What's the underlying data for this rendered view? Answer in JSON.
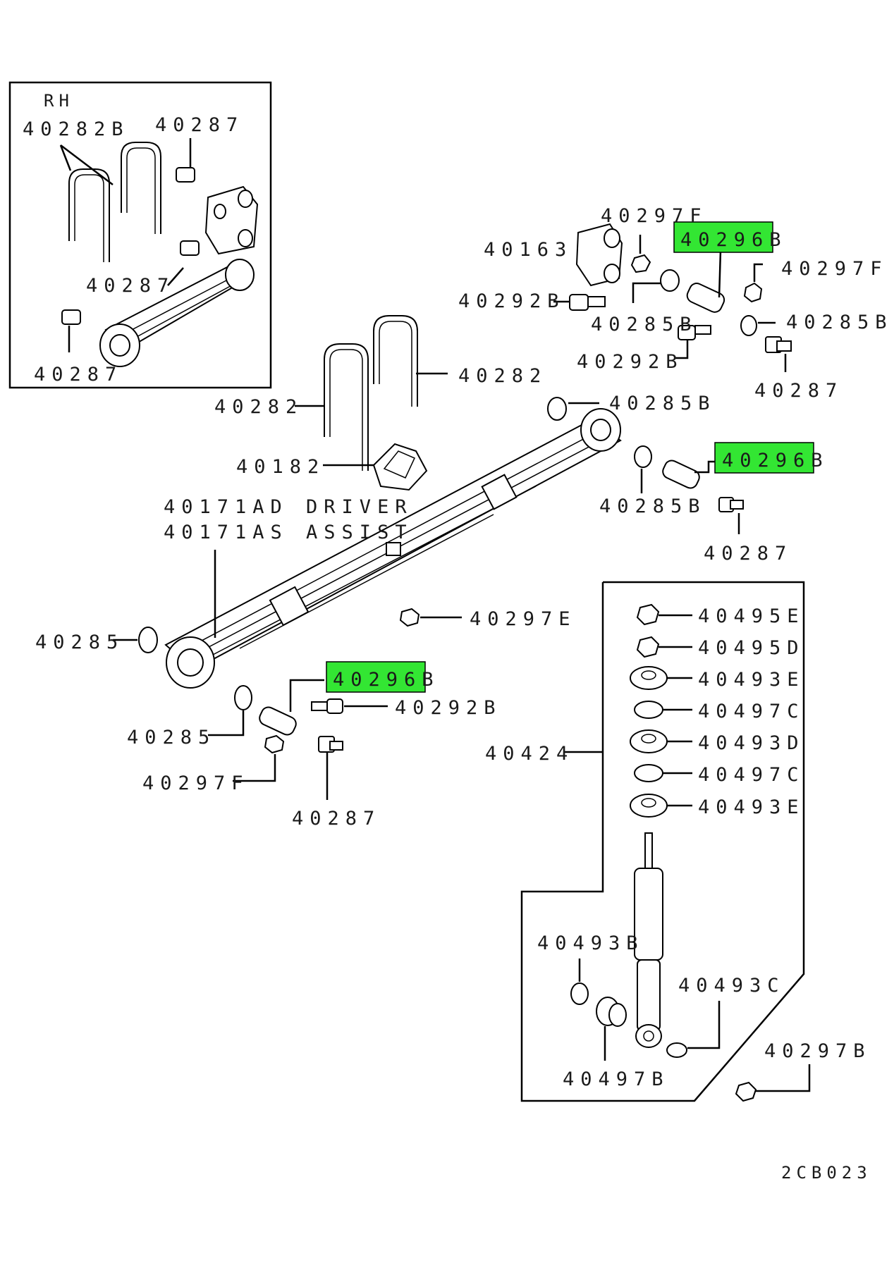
{
  "highlight_color": "#33e633",
  "diagram_code": "2CB023",
  "inset": {
    "side_label": "RH",
    "labels": [
      "40282B",
      "40287",
      "40287",
      "40287"
    ]
  },
  "labels": {
    "p40297F_top": "40297F",
    "p40163": "40163",
    "p40296B_top": "40296B",
    "p40297F_right": "40297F",
    "p40292B_top": "40292B",
    "p40285B_top": "40285B",
    "p40285B_right": "40285B",
    "p40292B_mid": "40292B",
    "p40287_right": "40287",
    "p40282_right": "40282",
    "p40282_left": "40282",
    "p40285B_mid": "40285B",
    "p40182": "40182",
    "p40296B_mid": "40296B",
    "p40171AD": "40171AD DRIVER",
    "p40171AS": "40171AS ASSIST",
    "p40285B_lower": "40285B",
    "p40287_mid": "40287",
    "p40297E": "40297E",
    "p40285": "40285",
    "p40296B_low": "40296B",
    "p40292B_low": "40292B",
    "p40285_low": "40285",
    "p40297F_low": "40297F",
    "p40287_low": "40287",
    "p40424": "40424"
  },
  "shock_labels": {
    "p40495E": "40495E",
    "p40495D": "40495D",
    "p40493E_a": "40493E",
    "p40497C_a": "40497C",
    "p40493D": "40493D",
    "p40497C_b": "40497C",
    "p40493E_b": "40493E",
    "p40493B": "40493B",
    "p40493C": "40493C",
    "p40497B": "40497B",
    "p40297B": "40297B"
  }
}
